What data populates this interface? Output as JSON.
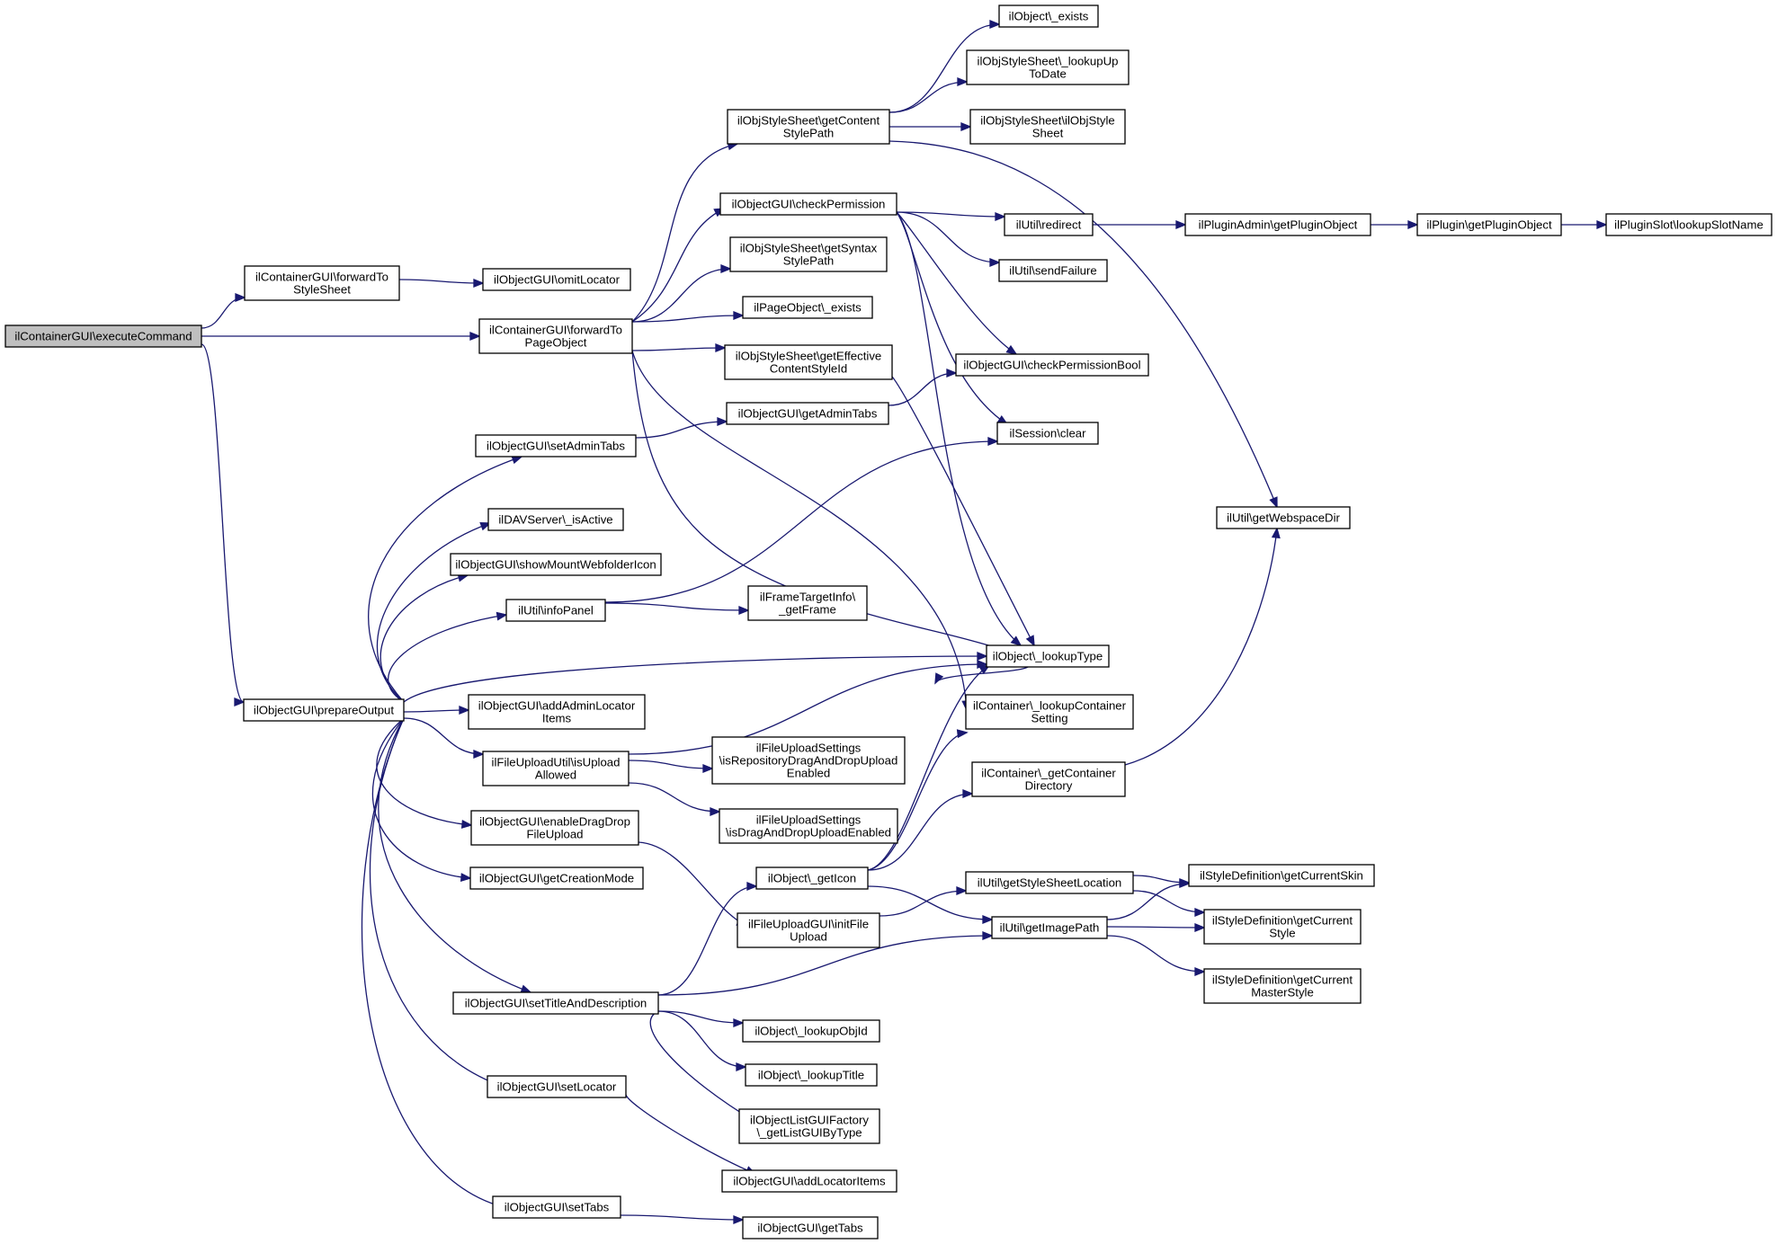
{
  "colors": {
    "edge": "#191970",
    "node_border": "#000000",
    "root_fill": "#bfbfbf",
    "node_fill": "#ffffff"
  },
  "nodes": [
    {
      "id": "executeCommand",
      "lines": [
        "ilContainerGUI\\executeCommand"
      ],
      "root": true
    },
    {
      "id": "forwardToStyleSheet",
      "lines": [
        "ilContainerGUI\\forwardTo",
        "StyleSheet"
      ]
    },
    {
      "id": "omitLocator",
      "lines": [
        "ilObjectGUI\\omitLocator"
      ]
    },
    {
      "id": "forwardToPageObject",
      "lines": [
        "ilContainerGUI\\forwardTo",
        "PageObject"
      ]
    },
    {
      "id": "objExists",
      "lines": [
        "ilObject\\_exists"
      ]
    },
    {
      "id": "lookupUpToDate",
      "lines": [
        "ilObjStyleSheet\\_lookupUp",
        "ToDate"
      ]
    },
    {
      "id": "getContentStylePath",
      "lines": [
        "ilObjStyleSheet\\getContent",
        "StylePath"
      ]
    },
    {
      "id": "ilObjStyleSheetCtor",
      "lines": [
        "ilObjStyleSheet\\ilObjStyle",
        "Sheet"
      ]
    },
    {
      "id": "checkPermission",
      "lines": [
        "ilObjectGUI\\checkPermission"
      ]
    },
    {
      "id": "redirect",
      "lines": [
        "ilUtil\\redirect"
      ]
    },
    {
      "id": "getPluginObjectAdmin",
      "lines": [
        "ilPluginAdmin\\getPluginObject"
      ]
    },
    {
      "id": "getPluginObject",
      "lines": [
        "ilPlugin\\getPluginObject"
      ]
    },
    {
      "id": "lookupSlotName",
      "lines": [
        "ilPluginSlot\\lookupSlotName"
      ]
    },
    {
      "id": "getSyntaxStylePath",
      "lines": [
        "ilObjStyleSheet\\getSyntax",
        "StylePath"
      ]
    },
    {
      "id": "sendFailure",
      "lines": [
        "ilUtil\\sendFailure"
      ]
    },
    {
      "id": "pageObjectExists",
      "lines": [
        "ilPageObject\\_exists"
      ]
    },
    {
      "id": "getEffectiveContentStyleId",
      "lines": [
        "ilObjStyleSheet\\getEffective",
        "ContentStyleId"
      ]
    },
    {
      "id": "checkPermissionBool",
      "lines": [
        "ilObjectGUI\\checkPermissionBool"
      ]
    },
    {
      "id": "getAdminTabs",
      "lines": [
        "ilObjectGUI\\getAdminTabs"
      ]
    },
    {
      "id": "setAdminTabs",
      "lines": [
        "ilObjectGUI\\setAdminTabs"
      ]
    },
    {
      "id": "sessionClear",
      "lines": [
        "ilSession\\clear"
      ]
    },
    {
      "id": "getWebspaceDir",
      "lines": [
        "ilUtil\\getWebspaceDir"
      ]
    },
    {
      "id": "davIsActive",
      "lines": [
        "ilDAVServer\\_isActive"
      ]
    },
    {
      "id": "showMountWebfolderIcon",
      "lines": [
        "ilObjectGUI\\showMountWebfolderIcon"
      ]
    },
    {
      "id": "infoPanel",
      "lines": [
        "ilUtil\\infoPanel"
      ]
    },
    {
      "id": "getFrame",
      "lines": [
        "ilFrameTargetInfo\\",
        "_getFrame"
      ]
    },
    {
      "id": "lookupType",
      "lines": [
        "ilObject\\_lookupType"
      ]
    },
    {
      "id": "prepareOutput",
      "lines": [
        "ilObjectGUI\\prepareOutput"
      ]
    },
    {
      "id": "addAdminLocatorItems",
      "lines": [
        "ilObjectGUI\\addAdminLocator",
        "Items"
      ]
    },
    {
      "id": "lookupContainerSetting",
      "lines": [
        "ilContainer\\_lookupContainer",
        "Setting"
      ]
    },
    {
      "id": "isRepositoryDnd",
      "lines": [
        "ilFileUploadSettings",
        "\\isRepositoryDragAndDropUpload",
        "Enabled"
      ]
    },
    {
      "id": "isUploadAllowed",
      "lines": [
        "ilFileUploadUtil\\isUpload",
        "Allowed"
      ]
    },
    {
      "id": "getContainerDirectory",
      "lines": [
        "ilContainer\\_getContainer",
        "Directory"
      ]
    },
    {
      "id": "enableDragDropFileUpload",
      "lines": [
        "ilObjectGUI\\enableDragDrop",
        "FileUpload"
      ]
    },
    {
      "id": "isDndEnabled",
      "lines": [
        "ilFileUploadSettings",
        "\\isDragAndDropUploadEnabled"
      ]
    },
    {
      "id": "getCreationMode",
      "lines": [
        "ilObjectGUI\\getCreationMode"
      ]
    },
    {
      "id": "getIcon",
      "lines": [
        "ilObject\\_getIcon"
      ]
    },
    {
      "id": "getStyleSheetLocation",
      "lines": [
        "ilUtil\\getStyleSheetLocation"
      ]
    },
    {
      "id": "getCurrentSkin",
      "lines": [
        "ilStyleDefinition\\getCurrentSkin"
      ]
    },
    {
      "id": "initFileUpload",
      "lines": [
        "ilFileUploadGUI\\initFile",
        "Upload"
      ]
    },
    {
      "id": "getImagePath",
      "lines": [
        "ilUtil\\getImagePath"
      ]
    },
    {
      "id": "getCurrentStyle",
      "lines": [
        "ilStyleDefinition\\getCurrent",
        "Style"
      ]
    },
    {
      "id": "getCurrentMasterStyle",
      "lines": [
        "ilStyleDefinition\\getCurrent",
        "MasterStyle"
      ]
    },
    {
      "id": "setTitleAndDescription",
      "lines": [
        "ilObjectGUI\\setTitleAndDescription"
      ]
    },
    {
      "id": "lookupObjId",
      "lines": [
        "ilObject\\_lookupObjId"
      ]
    },
    {
      "id": "lookupTitle",
      "lines": [
        "ilObject\\_lookupTitle"
      ]
    },
    {
      "id": "setLocator",
      "lines": [
        "ilObjectGUI\\setLocator"
      ]
    },
    {
      "id": "getListGUIByType",
      "lines": [
        "ilObjectListGUIFactory",
        "\\_getListGUIByType"
      ]
    },
    {
      "id": "addLocatorItems",
      "lines": [
        "ilObjectGUI\\addLocatorItems"
      ]
    },
    {
      "id": "setTabs",
      "lines": [
        "ilObjectGUI\\setTabs"
      ]
    },
    {
      "id": "getTabs",
      "lines": [
        "ilObjectGUI\\getTabs"
      ]
    }
  ],
  "edges": [
    [
      "executeCommand",
      "forwardToStyleSheet"
    ],
    [
      "executeCommand",
      "forwardToPageObject"
    ],
    [
      "executeCommand",
      "prepareOutput"
    ],
    [
      "forwardToStyleSheet",
      "omitLocator"
    ],
    [
      "forwardToPageObject",
      "getContentStylePath"
    ],
    [
      "forwardToPageObject",
      "checkPermission"
    ],
    [
      "forwardToPageObject",
      "getSyntaxStylePath"
    ],
    [
      "forwardToPageObject",
      "pageObjectExists"
    ],
    [
      "forwardToPageObject",
      "getEffectiveContentStyleId"
    ],
    [
      "forwardToPageObject",
      "lookupContainerSetting"
    ],
    [
      "forwardToPageObject",
      "getImagePath"
    ],
    [
      "getContentStylePath",
      "objExists"
    ],
    [
      "getContentStylePath",
      "lookupUpToDate"
    ],
    [
      "getContentStylePath",
      "ilObjStyleSheetCtor"
    ],
    [
      "getContentStylePath",
      "getWebspaceDir"
    ],
    [
      "checkPermission",
      "redirect"
    ],
    [
      "checkPermission",
      "sendFailure"
    ],
    [
      "checkPermission",
      "checkPermissionBool"
    ],
    [
      "checkPermission",
      "sessionClear"
    ],
    [
      "checkPermission",
      "lookupType"
    ],
    [
      "redirect",
      "getPluginObjectAdmin"
    ],
    [
      "getPluginObjectAdmin",
      "getPluginObject"
    ],
    [
      "getPluginObject",
      "lookupSlotName"
    ],
    [
      "getEffectiveContentStyleId",
      "lookupType"
    ],
    [
      "getAdminTabs",
      "checkPermissionBool"
    ],
    [
      "setAdminTabs",
      "getAdminTabs"
    ],
    [
      "prepareOutput",
      "setAdminTabs"
    ],
    [
      "prepareOutput",
      "davIsActive"
    ],
    [
      "prepareOutput",
      "showMountWebfolderIcon"
    ],
    [
      "prepareOutput",
      "infoPanel"
    ],
    [
      "prepareOutput",
      "lookupType"
    ],
    [
      "prepareOutput",
      "addAdminLocatorItems"
    ],
    [
      "prepareOutput",
      "isUploadAllowed"
    ],
    [
      "prepareOutput",
      "enableDragDropFileUpload"
    ],
    [
      "prepareOutput",
      "getCreationMode"
    ],
    [
      "prepareOutput",
      "setTitleAndDescription"
    ],
    [
      "prepareOutput",
      "setLocator"
    ],
    [
      "prepareOutput",
      "setTabs"
    ],
    [
      "infoPanel",
      "sessionClear"
    ],
    [
      "infoPanel",
      "getFrame"
    ],
    [
      "isUploadAllowed",
      "lookupType"
    ],
    [
      "isUploadAllowed",
      "isRepositoryDnd"
    ],
    [
      "isUploadAllowed",
      "isDndEnabled"
    ],
    [
      "enableDragDropFileUpload",
      "initFileUpload"
    ],
    [
      "getContainerDirectory",
      "getWebspaceDir"
    ],
    [
      "getIcon",
      "lookupType"
    ],
    [
      "getIcon",
      "lookupContainerSetting"
    ],
    [
      "getIcon",
      "getContainerDirectory"
    ],
    [
      "getIcon",
      "getImagePath"
    ],
    [
      "initFileUpload",
      "getStyleSheetLocation"
    ],
    [
      "getStyleSheetLocation",
      "getCurrentSkin"
    ],
    [
      "getStyleSheetLocation",
      "getCurrentStyle"
    ],
    [
      "getImagePath",
      "getCurrentSkin"
    ],
    [
      "getImagePath",
      "getCurrentStyle"
    ],
    [
      "getImagePath",
      "getCurrentMasterStyle"
    ],
    [
      "setTitleAndDescription",
      "getIcon"
    ],
    [
      "setTitleAndDescription",
      "getImagePath"
    ],
    [
      "setTitleAndDescription",
      "lookupObjId"
    ],
    [
      "setTitleAndDescription",
      "lookupTitle"
    ],
    [
      "setTitleAndDescription",
      "getListGUIByType"
    ],
    [
      "setLocator",
      "addLocatorItems"
    ],
    [
      "setTabs",
      "getTabs"
    ]
  ]
}
